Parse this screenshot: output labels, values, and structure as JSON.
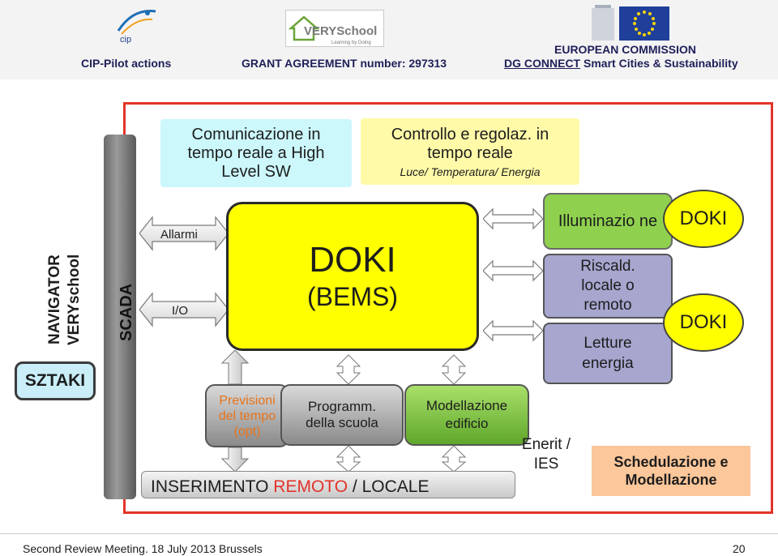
{
  "header": {
    "left_label": "CIP-Pilot actions",
    "grant_label": "GRANT AGREEMENT number: 297313",
    "commission": "EUROPEAN COMMISSION",
    "dg_label": "DG CONNECT",
    "dg_rest": " Smart Cities & Sustainability",
    "very_logo_main": "VERYSchool",
    "very_logo_tag": "Learning by Doing",
    "cip_logo_text": "cip"
  },
  "diagram": {
    "comm_box": "Comunicazione in tempo reale  a  High Level SW",
    "ctrl_box_title": "Controllo e regolaz. in tempo reale",
    "ctrl_box_sub": "Luce/ Temperatura/ Energia",
    "nav_vertical": "VERYschool NAVIGATOR",
    "sztaki": "SZTAKI",
    "scada": "SCADA",
    "allarmi": "Allarmi",
    "io": "I/O",
    "doki_main": "DOKI",
    "doki_sub": "(BEMS)",
    "illuminazione": "Illuminazio ne",
    "riscald": "Riscald. locale o remoto",
    "letture": "Letture energia",
    "doki_oval_1": "DOKI",
    "doki_oval_2": "DOKI",
    "previsioni": "Previsioni del tempo (opt)",
    "programm": "Programm. della scuola",
    "modellazione": "Modellazione edificio",
    "inserimento_a": "INSERIMENTO ",
    "inserimento_b": "REMOTO",
    "inserimento_c": " / LOCALE",
    "enerit": "Enerit / IES",
    "schedulazione": "Schedulazione e Modellazione"
  },
  "footer": {
    "meeting": "Second Review Meeting.  18  July 2013 Brussels",
    "page": "20"
  },
  "colors": {
    "accent_red": "#e2342a",
    "doki_yellow": "#ffff00",
    "green_box": "#8fd14f",
    "light_cyan": "#ccf7fb",
    "light_yellow": "#fffaa8",
    "orange_box": "#fcc79a",
    "orange_text": "#e8731a"
  }
}
